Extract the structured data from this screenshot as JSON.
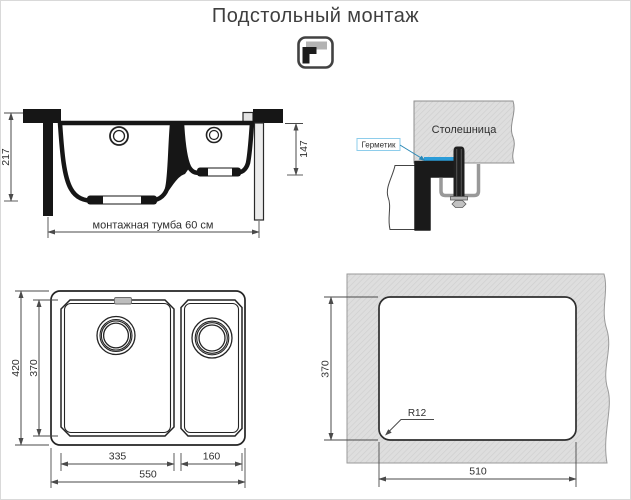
{
  "title": "Подстольный монтаж",
  "icon": {
    "name": "undermount-profile-icon"
  },
  "colors": {
    "accent_blue": "#2b9cd8",
    "line_black": "#161616",
    "slab_gray": "#dedede",
    "dim_gray": "#4a4a4a"
  },
  "side_view": {
    "dim_depth_total": "217",
    "dim_depth_small": "147",
    "dim_cabinet": "монтажная тумба 60 см"
  },
  "mount_detail": {
    "countertop_label": "Столешница",
    "sealant_label": "Герметик"
  },
  "top_view": {
    "dim_outer_height": "420",
    "dim_bowl_height": "370",
    "dim_bowl1_width": "335",
    "dim_bowl2_width": "160",
    "dim_total_width": "550"
  },
  "cutout_view": {
    "dim_cut_height": "370",
    "dim_cut_width": "510",
    "dim_corner_radius": "R12"
  }
}
